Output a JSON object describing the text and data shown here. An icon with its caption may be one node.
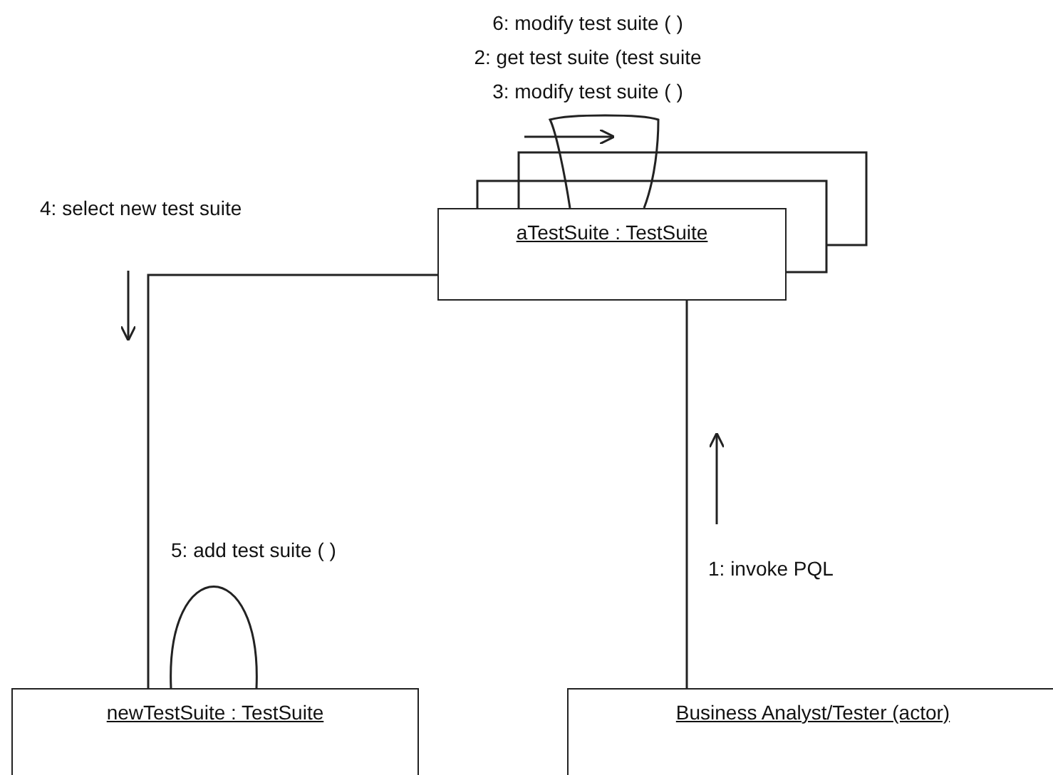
{
  "diagram": {
    "nodes": [
      {
        "text": [
          "aTestSuite : TestSuite"
        ]
      },
      {
        "text": [
          "newTestSuite : TestSuite"
        ]
      },
      {
        "text": [
          "Business Analyst/Tester (actor)"
        ]
      }
    ],
    "edges": [
      {
        "from": 0,
        "to": 0,
        "arrow": "none"
      },
      {
        "from": 0,
        "to": 1,
        "arrow": "none",
        "label": "4: select new test suite"
      },
      {
        "from": 1,
        "to": 1,
        "arrow": "none",
        "label": "5: add test suite ( )"
      },
      {
        "from": 2,
        "to": 0,
        "arrow": "none",
        "label": "1: invoke PQL"
      }
    ],
    "labels": [
      "6: modify test suite ( )",
      "2: get test suite (test suite",
      "3: modify test suite ( )"
    ]
  }
}
